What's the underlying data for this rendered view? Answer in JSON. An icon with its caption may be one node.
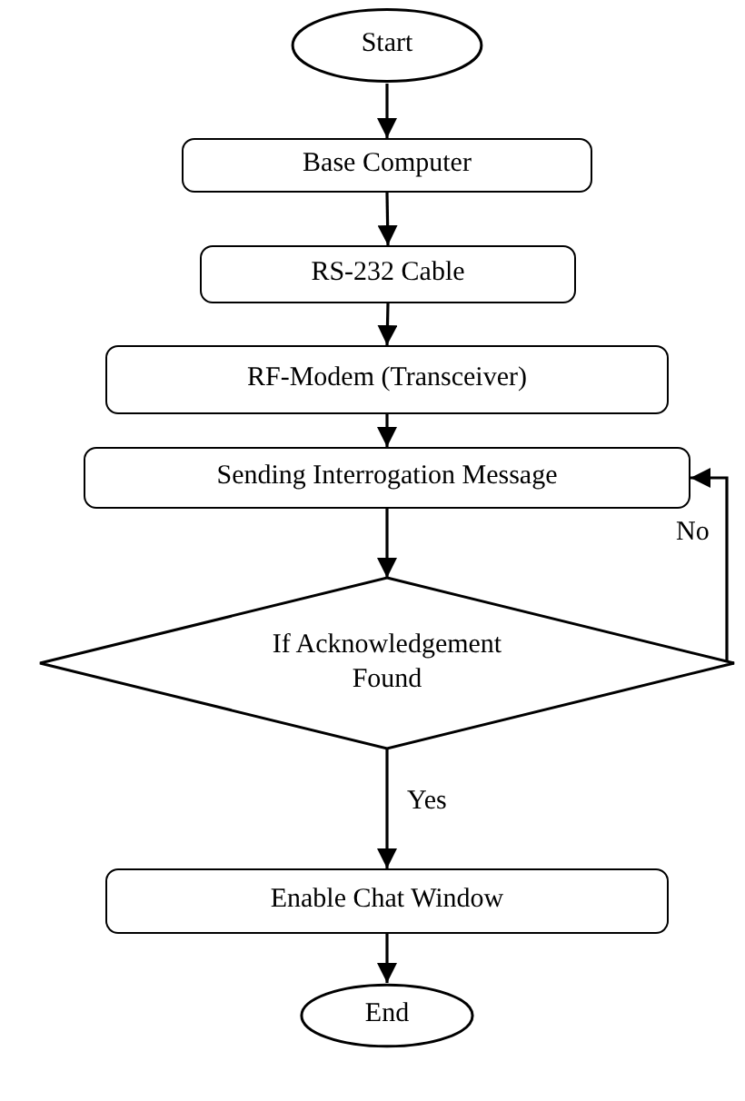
{
  "diagram": {
    "nodes": [
      {
        "text": [
          "Start"
        ]
      },
      {
        "text": [
          "Base Computer"
        ]
      },
      {
        "text": [
          "RS-232 Cable"
        ]
      },
      {
        "text": [
          "RF-Modem (Transceiver)"
        ]
      },
      {
        "text": [
          "Sending Interrogation Message"
        ]
      },
      {
        "text": [
          "If Acknowledgement Found"
        ]
      },
      {
        "text": [
          "Enable Chat Window"
        ]
      },
      {
        "text": [
          "End"
        ]
      }
    ],
    "edges": [
      {
        "from": 0,
        "to": 1,
        "arrow": "to"
      },
      {
        "from": 1,
        "to": 2,
        "arrow": "to"
      },
      {
        "from": 2,
        "to": 3,
        "arrow": "to"
      },
      {
        "from": 3,
        "to": 4,
        "arrow": "to"
      },
      {
        "from": 4,
        "to": 5,
        "arrow": "to"
      },
      {
        "from": 5,
        "to": 6,
        "arrow": "to",
        "label": "Yes"
      },
      {
        "from": 6,
        "to": 7,
        "arrow": "to"
      },
      {
        "from": 5,
        "to": 4,
        "arrow": "to",
        "label": "No"
      }
    ]
  }
}
